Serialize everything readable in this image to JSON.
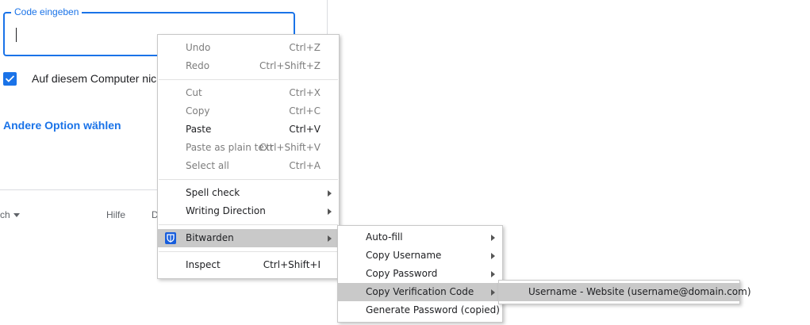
{
  "login_form": {
    "code_label": "Code eingeben",
    "remember_label": "Auf diesem Computer nic",
    "other_option": "Andere Option wählen"
  },
  "footer": {
    "language": "ch",
    "help": "Hilfe",
    "truncated": "D"
  },
  "context_menu": {
    "undo": {
      "label": "Undo",
      "shortcut": "Ctrl+Z"
    },
    "redo": {
      "label": "Redo",
      "shortcut": "Ctrl+Shift+Z"
    },
    "cut": {
      "label": "Cut",
      "shortcut": "Ctrl+X"
    },
    "copy": {
      "label": "Copy",
      "shortcut": "Ctrl+C"
    },
    "paste": {
      "label": "Paste",
      "shortcut": "Ctrl+V"
    },
    "paste_plain": {
      "label": "Paste as plain text",
      "shortcut": "Ctrl+Shift+V"
    },
    "select_all": {
      "label": "Select all",
      "shortcut": "Ctrl+A"
    },
    "spell_check": {
      "label": "Spell check"
    },
    "writing_direction": {
      "label": "Writing Direction"
    },
    "bitwarden": {
      "label": "Bitwarden"
    },
    "inspect": {
      "label": "Inspect",
      "shortcut": "Ctrl+Shift+I"
    }
  },
  "bitwarden_menu": {
    "autofill": "Auto-fill",
    "copy_username": "Copy Username",
    "copy_password": "Copy Password",
    "copy_verification": "Copy Verification Code",
    "generate_password": "Generate Password (copied)"
  },
  "verification_menu": {
    "item": "Username - Website (username@domain.com)"
  },
  "colors": {
    "accent": "#1a73e8",
    "bitwarden_brand": "#175ddc",
    "menu_highlight": "#c9c9c9",
    "disabled_text": "#7d7d7d"
  },
  "icons": {
    "checkbox": "checkmark-icon",
    "bitwarden": "bitwarden-shield-icon",
    "submenu": "chevron-right-icon",
    "language_dropdown": "caret-down-icon"
  }
}
